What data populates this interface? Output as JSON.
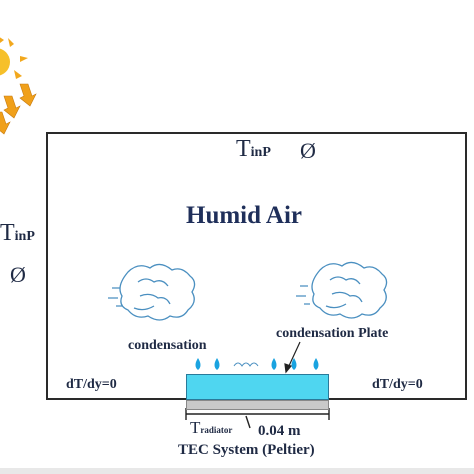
{
  "labels": {
    "t_top_main": "T",
    "t_top_sub": "inP",
    "phi_top": "Ø",
    "t_left_main": "T",
    "t_left_sub": "inP",
    "phi_left": "Ø",
    "humid_air": "Humid Air",
    "condensation": "condensation",
    "condensation_plate": "condensation Plate",
    "bc_left": "dT/dy=0",
    "bc_right": "dT/dy=0",
    "t_radiator_main": "T",
    "t_radiator_sub": "radiator",
    "width": "0.04 m",
    "tec_system": "TEC System (Peltier)"
  },
  "icons": [
    "sun-icon",
    "sun-ray-arrows",
    "vapor-swirl-icon",
    "water-drop-icon"
  ],
  "colors": {
    "plate": "#4fd6f0",
    "peltier": "#c9c9c9",
    "droplet": "#1aa3e0",
    "sun": "#f2a81d",
    "text": "#1f2a44"
  }
}
